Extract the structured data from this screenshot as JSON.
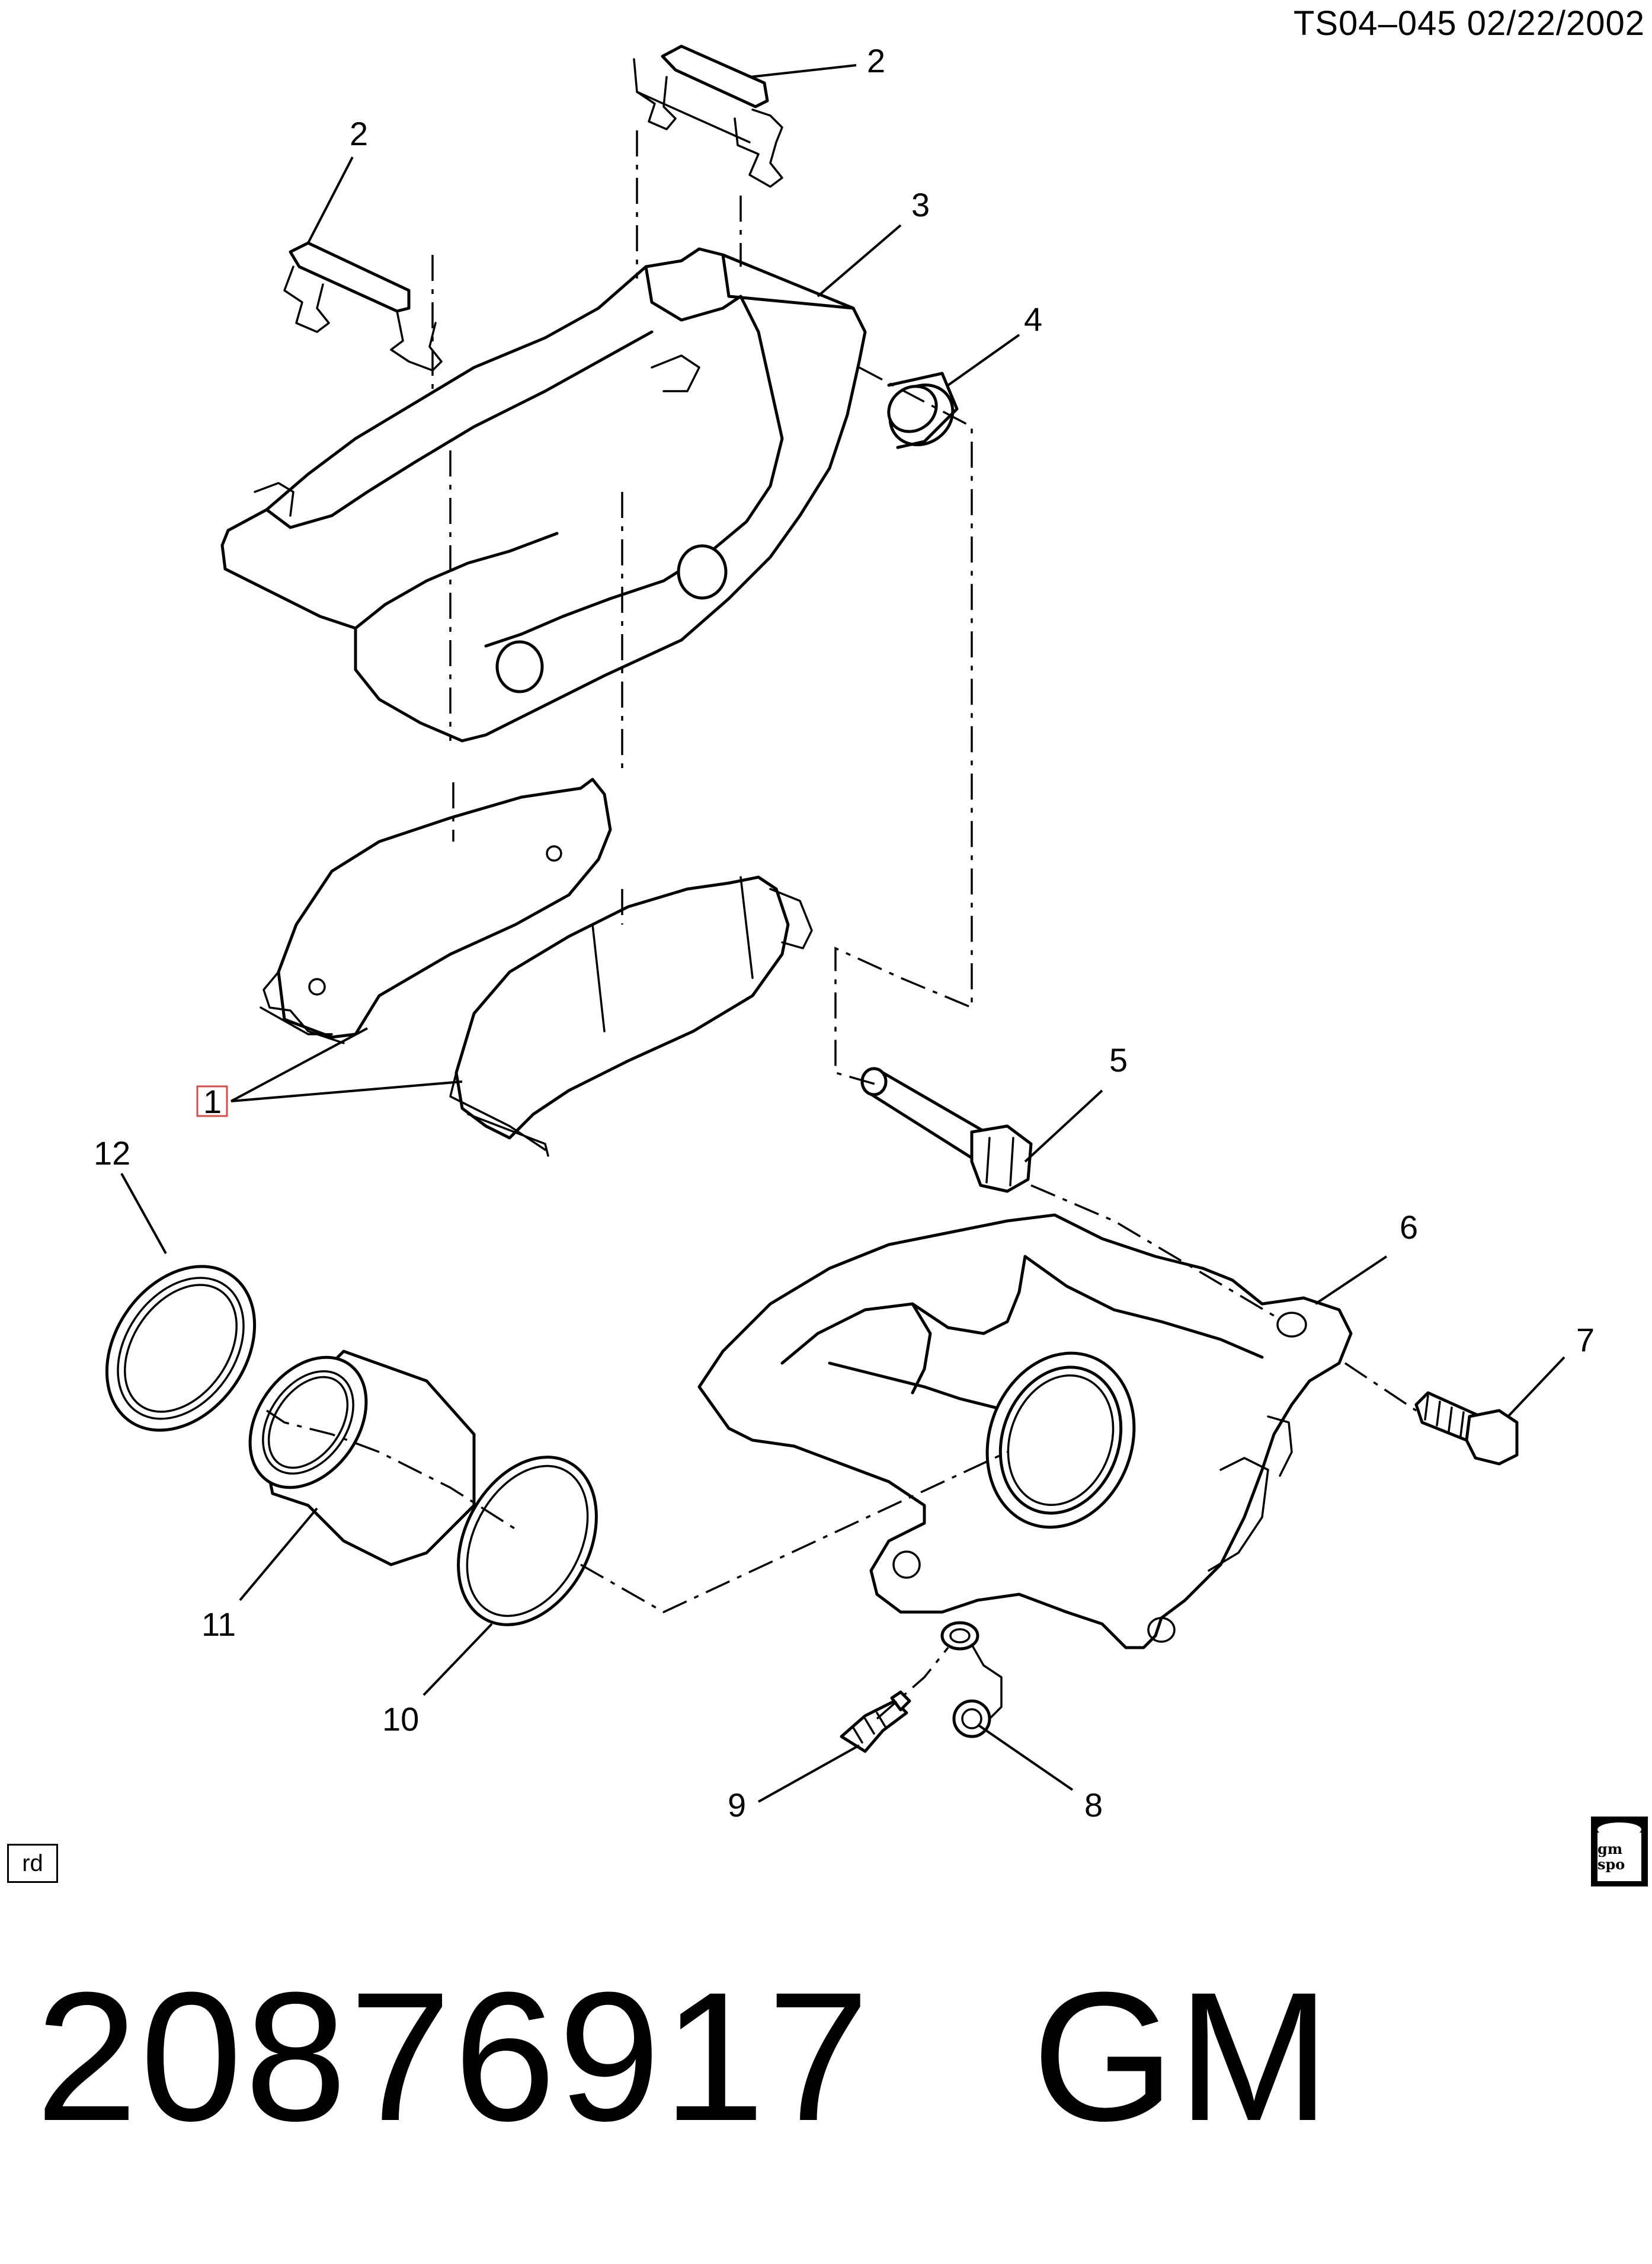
{
  "header": {
    "doc_id": "TS04–045  02/22/2002"
  },
  "callouts": {
    "c1": "1",
    "c2a": "2",
    "c2b": "2",
    "c3": "3",
    "c4": "4",
    "c5": "5",
    "c6": "6",
    "c7": "7",
    "c8": "8",
    "c9": "9",
    "c10": "10",
    "c11": "11",
    "c12": "12"
  },
  "footer": {
    "rd_label": "rd",
    "logo_text": "gm spo"
  },
  "part_number": "20876917   GM"
}
